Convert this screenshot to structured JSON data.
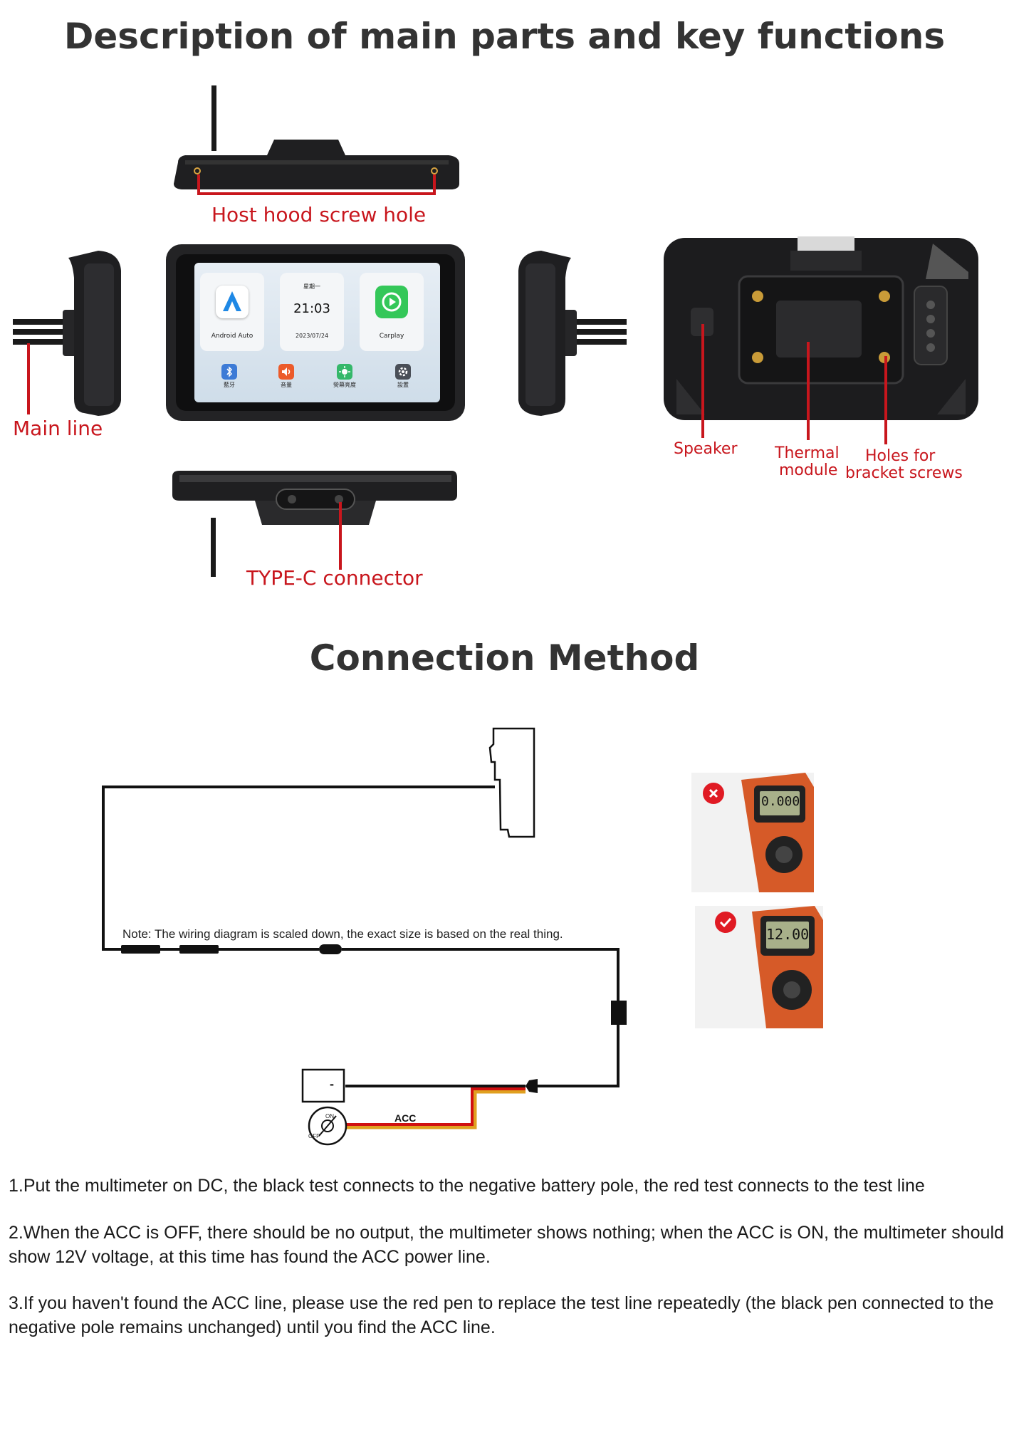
{
  "titles": {
    "main_parts": "Description of main parts and key functions",
    "connection": "Connection Method"
  },
  "labels": {
    "host_hood_screw_hole": "Host hood screw hole",
    "main_line": "Main line",
    "type_c_connector": "TYPE-C connector",
    "speaker": "Speaker",
    "thermal_line1": "Thermal",
    "thermal_line2": "module",
    "holes_line1": "Holes for",
    "holes_line2": "bracket screws"
  },
  "screen": {
    "weekday": "星期一",
    "time": "21:03",
    "date": "2023/07/24",
    "android_auto": "Android Auto",
    "carplay": "Carplay",
    "bt": "藍牙",
    "volume": "音量",
    "brightness": "熒幕亮度",
    "settings": "設置"
  },
  "diagram": {
    "note": "Note: The wiring diagram is scaled down, the exact size is based on the real thing.",
    "acc": "ACC",
    "battery_sign": "-",
    "switch_on": "ON",
    "switch_off": "OFF"
  },
  "multimeter": {
    "wrong_reading": "0.000",
    "right_reading": "12.00"
  },
  "instructions": [
    "1.Put the multimeter on DC, the black test connects to the negative battery pole, the red test connects to the test line",
    "2.When the ACC is OFF, there should be no output, the multimeter shows nothing; when the ACC is ON, the multimeter should show 12V voltage, at this time has found the ACC power line.",
    "3.If you haven't found the ACC line, please use the red pen to replace the test line repeatedly (the black pen connected to the negative pole remains unchanged) until you find the ACC line."
  ],
  "colors": {
    "accent_red": "#c8161d",
    "device_dark": "#1d1d1f"
  }
}
